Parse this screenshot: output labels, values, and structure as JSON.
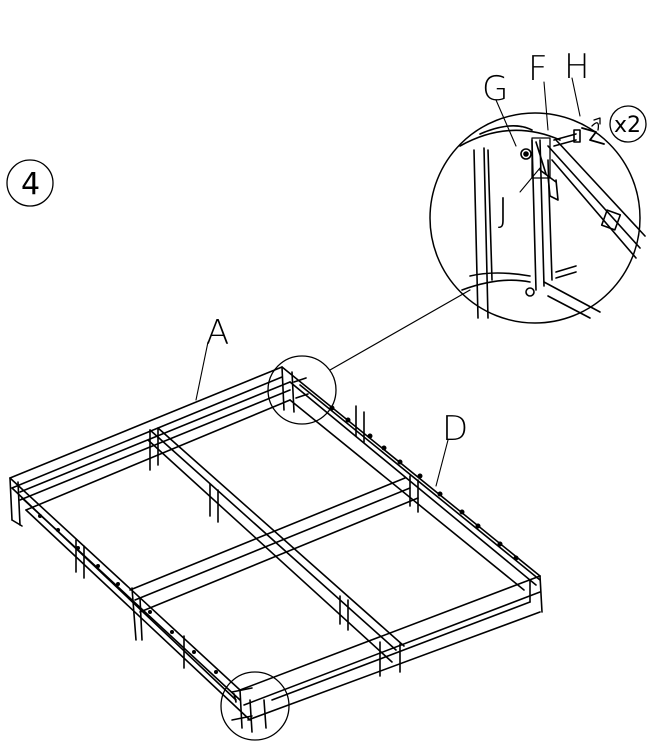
{
  "diagram": {
    "step_number": "4",
    "labels": {
      "a": "A",
      "d": "D",
      "f": "F",
      "g": "G",
      "h": "H",
      "j": "J"
    },
    "quantity_badge": "x2"
  }
}
